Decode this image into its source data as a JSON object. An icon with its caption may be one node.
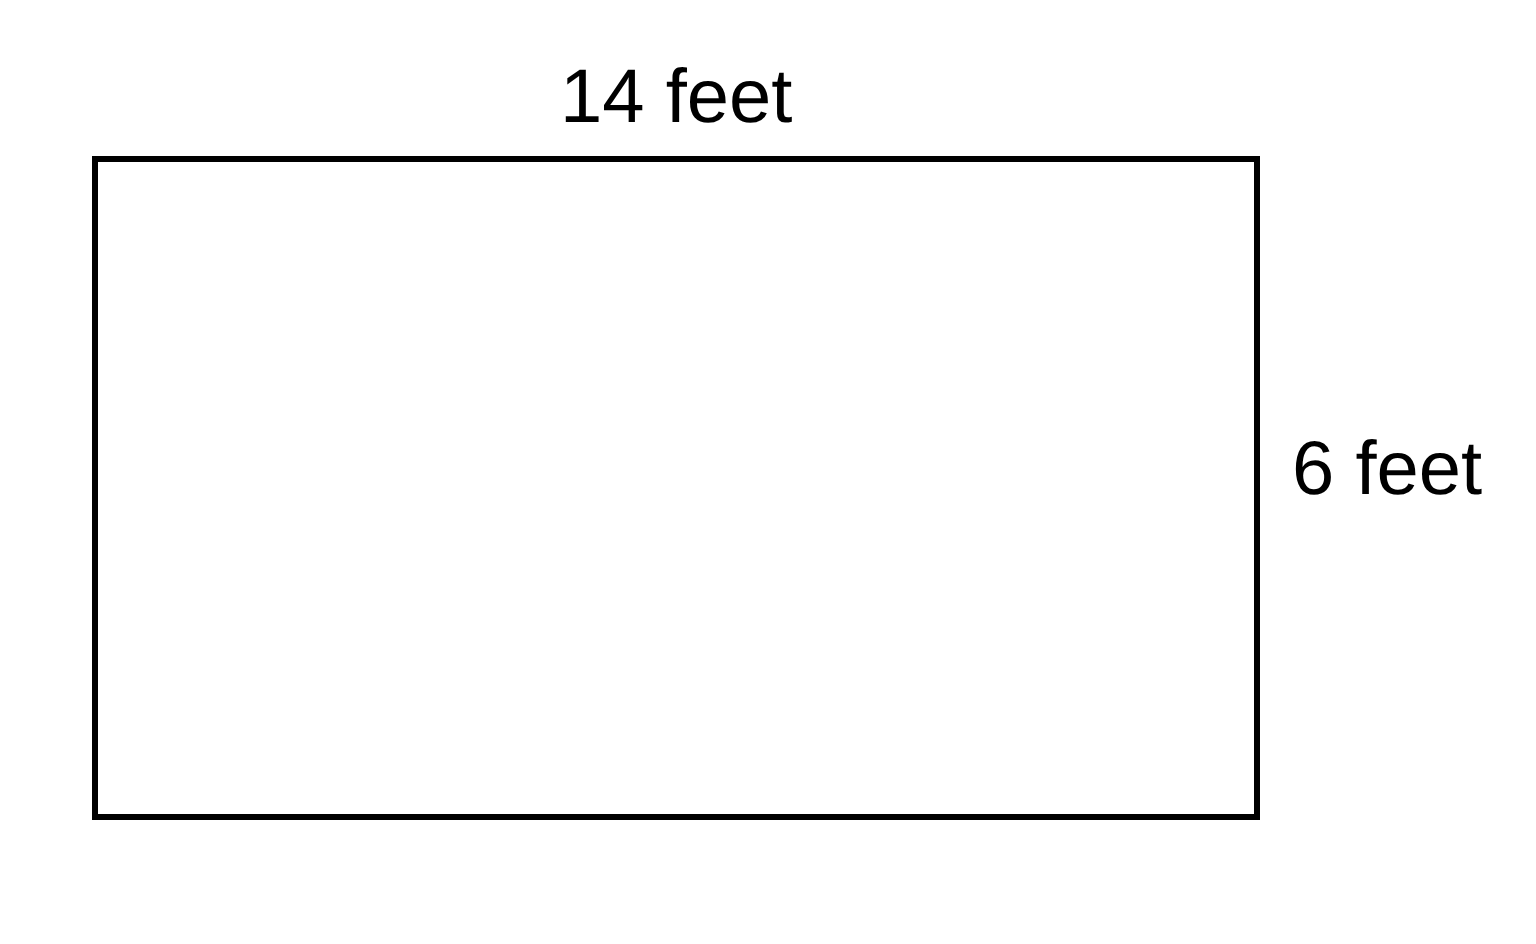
{
  "diagram": {
    "nodes": [
      {
        "text": [],
        "shape": "box"
      }
    ],
    "labels": [
      "14 feet",
      "6 feet"
    ]
  }
}
